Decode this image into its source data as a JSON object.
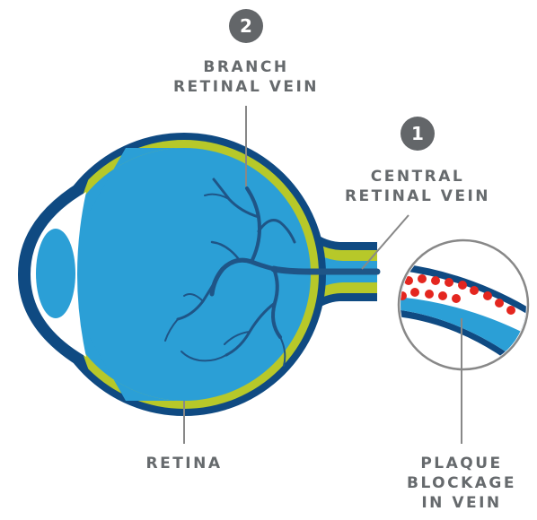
{
  "markers": [
    {
      "number": "2",
      "label_lines": [
        "BRANCH",
        "RETINAL VEIN"
      ]
    },
    {
      "number": "1",
      "label_lines": [
        "CENTRAL",
        "RETINAL VEIN"
      ]
    }
  ],
  "labels": {
    "retina": "RETINA",
    "plaque_lines": [
      "PLAQUE",
      "BLOCKAGE",
      "IN VEIN"
    ]
  },
  "colors": {
    "eye_fill": "#2b9fd6",
    "outline": "#0f4a82",
    "retina_layer": "#b7c829",
    "vein": "#1f5587",
    "plaque": "#e4261f",
    "badge": "#636669",
    "label_text": "#666a6d",
    "leader_line": "#888888"
  }
}
